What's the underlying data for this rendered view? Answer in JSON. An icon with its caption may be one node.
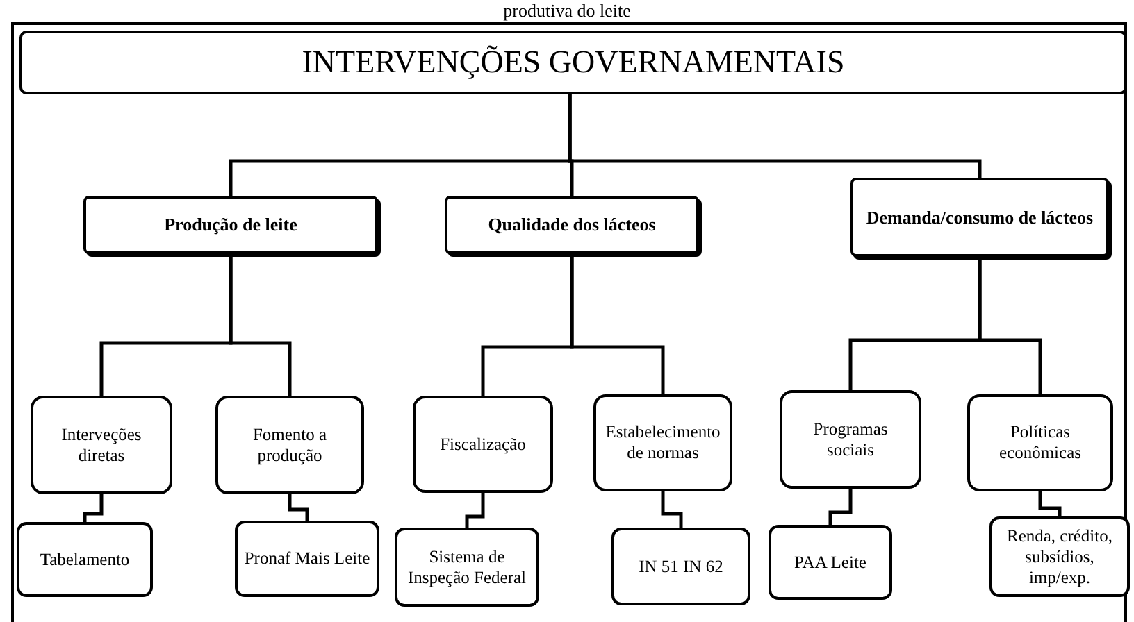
{
  "diagram": {
    "title": "produtiva do leite",
    "nodes": [
      {
        "text": [
          "INTERVENÇÕES GOVERNAMENTAIS"
        ]
      },
      {
        "text": [
          "Produção de leite"
        ]
      },
      {
        "text": [
          "Qualidade dos lácteos"
        ]
      },
      {
        "text": [
          "Demanda/consumo de lácteos"
        ]
      },
      {
        "text": [
          "Interveções diretas"
        ]
      },
      {
        "text": [
          "Fomento a produção"
        ]
      },
      {
        "text": [
          "Fiscalização"
        ]
      },
      {
        "text": [
          "Estabelecimento de normas"
        ]
      },
      {
        "text": [
          "Programas sociais"
        ]
      },
      {
        "text": [
          "Políticas econômicas"
        ]
      },
      {
        "text": [
          "Tabelamento"
        ]
      },
      {
        "text": [
          "Pronaf Mais Leite"
        ]
      },
      {
        "text": [
          "Sistema de Inspeção Federal"
        ]
      },
      {
        "text": [
          "IN 51 IN 62"
        ]
      },
      {
        "text": [
          "PAA Leite"
        ]
      },
      {
        "text": [
          "Renda, crédito, subsídios, imp/exp."
        ]
      }
    ],
    "edges": [
      {
        "from": 0,
        "to": 1,
        "arrow": "none"
      },
      {
        "from": 0,
        "to": 2,
        "arrow": "none"
      },
      {
        "from": 0,
        "to": 3,
        "arrow": "none"
      },
      {
        "from": 1,
        "to": 4,
        "arrow": "none"
      },
      {
        "from": 1,
        "to": 5,
        "arrow": "none"
      },
      {
        "from": 2,
        "to": 6,
        "arrow": "none"
      },
      {
        "from": 2,
        "to": 7,
        "arrow": "none"
      },
      {
        "from": 3,
        "to": 8,
        "arrow": "none"
      },
      {
        "from": 3,
        "to": 9,
        "arrow": "none"
      },
      {
        "from": 4,
        "to": 10,
        "arrow": "none"
      },
      {
        "from": 5,
        "to": 11,
        "arrow": "none"
      },
      {
        "from": 6,
        "to": 12,
        "arrow": "none"
      },
      {
        "from": 7,
        "to": 13,
        "arrow": "none"
      },
      {
        "from": 8,
        "to": 14,
        "arrow": "none"
      },
      {
        "from": 9,
        "to": 15,
        "arrow": "none"
      }
    ]
  }
}
